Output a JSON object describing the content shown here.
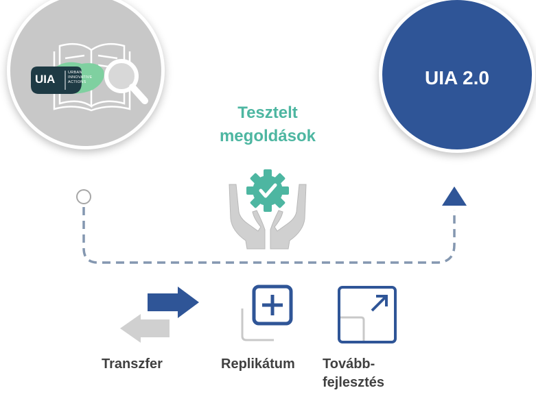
{
  "left_circle": {
    "logo_text": "UIA",
    "logo_subtext": "URBAN INNOVATIVE ACTIONS"
  },
  "right_circle": {
    "title": "UIA 2.0"
  },
  "center": {
    "tested_solutions": "Tesztelt megoldások"
  },
  "actions": {
    "transfer": "Transzfer",
    "replicate": "Replikátum",
    "further_development": "Tovább-fejlesztés"
  },
  "colors": {
    "navy": "#2f5597",
    "teal": "#4db6a1",
    "grey": "#c8c8c8",
    "dashed_line": "#8497b0"
  }
}
